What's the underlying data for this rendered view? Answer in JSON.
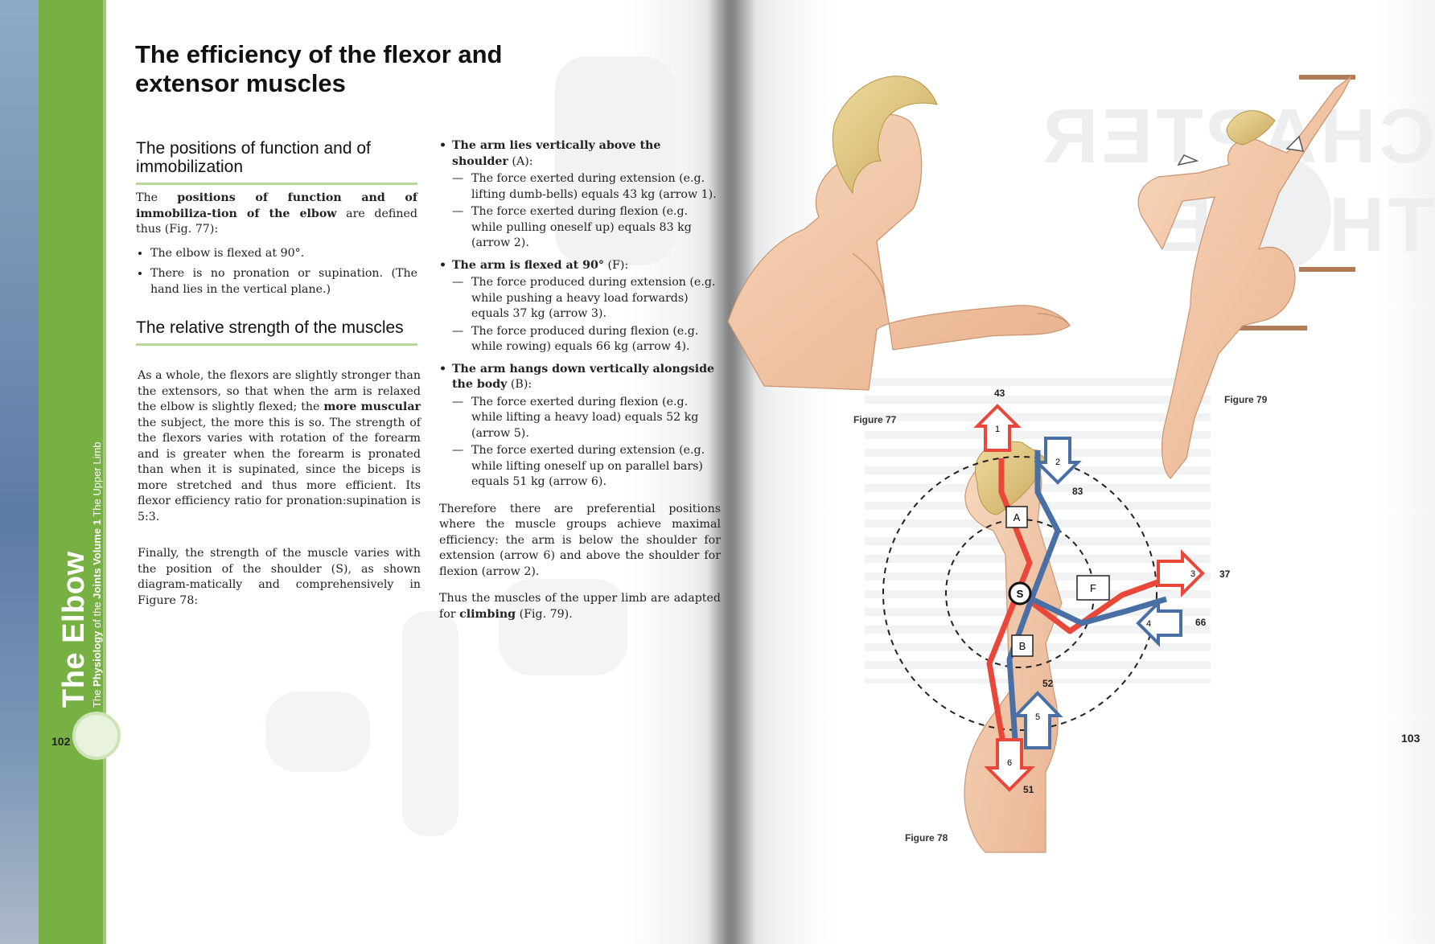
{
  "left_page": {
    "page_number": "102",
    "sidebar": {
      "chapter_title": "The Elbow",
      "subtitle_prefix": "The",
      "subtitle_bold": "Physiology",
      "subtitle_mid": "of the",
      "subtitle_bold2": "Joints",
      "subtitle_volume": "Volume 1",
      "subtitle_part": "The Upper Limb"
    },
    "title": "The efficiency of the flexor and extensor muscles",
    "section1": {
      "heading": "The positions of function and of immobilization",
      "intro_pre": "The ",
      "intro_bold": "positions of function and of immobiliza-tion of the elbow",
      "intro_post": " are defined thus (Fig. 77):",
      "bullets": [
        "The elbow is flexed at 90°.",
        "There is no pronation or supination. (The hand lies in the vertical plane.)"
      ]
    },
    "section2": {
      "heading": "The relative strength of the muscles",
      "para1_pre": "As a whole, the flexors are slightly stronger than the extensors, so that when the arm is relaxed the elbow is slightly flexed; the ",
      "para1_bold": "more muscular",
      "para1_post": " the subject, the more this is so. The strength of the flexors varies with rotation of the forearm and is greater when the forearm is pronated than when it is supinated, since the biceps is more stretched and thus more efficient. Its flexor efficiency ratio for pronation:supination is 5:3.",
      "para2": "Finally, the strength of the muscle varies with the position of the shoulder (S), as shown diagram-matically and comprehensively in Figure 78:"
    },
    "column2": {
      "b1": "The arm lies vertically above the shoulder",
      "b1_tail": " (A):",
      "b1_d1": "The force exerted during extension (e.g. lifting dumb-bells) equals 43 kg (arrow 1).",
      "b1_d2": "The force exerted during flexion (e.g. while pulling oneself up) equals 83 kg (arrow 2).",
      "b2": "The arm is flexed at 90°",
      "b2_tail": " (F):",
      "b2_d1": "The force produced during extension (e.g. while pushing a heavy load forwards) equals 37 kg (arrow 3).",
      "b2_d2": "The force produced during flexion (e.g. while rowing) equals 66 kg (arrow 4).",
      "b3": "The arm hangs down vertically alongside the body",
      "b3_tail": " (B):",
      "b3_d1": "The force exerted during flexion (e.g. while lifting a heavy load) equals 52 kg (arrow 5).",
      "b3_d2": "The force exerted during extension (e.g. while lifting oneself up on parallel bars) equals 51 kg (arrow 6).",
      "p1": "Therefore there are preferential positions where the muscle groups achieve maximal efficiency: the arm is below the shoulder for extension (arrow 6) and above the shoulder for flexion (arrow 2).",
      "p2_pre": "Thus the muscles of the upper limb are adapted for ",
      "p2_bold": "climbing",
      "p2_post": " (Fig. 79)."
    }
  },
  "right_page": {
    "page_number": "103",
    "figures": {
      "fig77": "Figure 77",
      "fig78": "Figure 78",
      "fig79": "Figure 79"
    },
    "diagram": {
      "forces": [
        "43",
        "83",
        "37",
        "66",
        "52",
        "51"
      ],
      "arrows": [
        "1",
        "2",
        "3",
        "4",
        "5",
        "6"
      ],
      "positions": [
        "A",
        "F",
        "B",
        "S"
      ]
    }
  },
  "colors": {
    "green_band": "#77b043",
    "extension_arrow": "#e8473a",
    "flexion_arrow": "#4a6fa5",
    "skin": "#f2c7a5"
  }
}
